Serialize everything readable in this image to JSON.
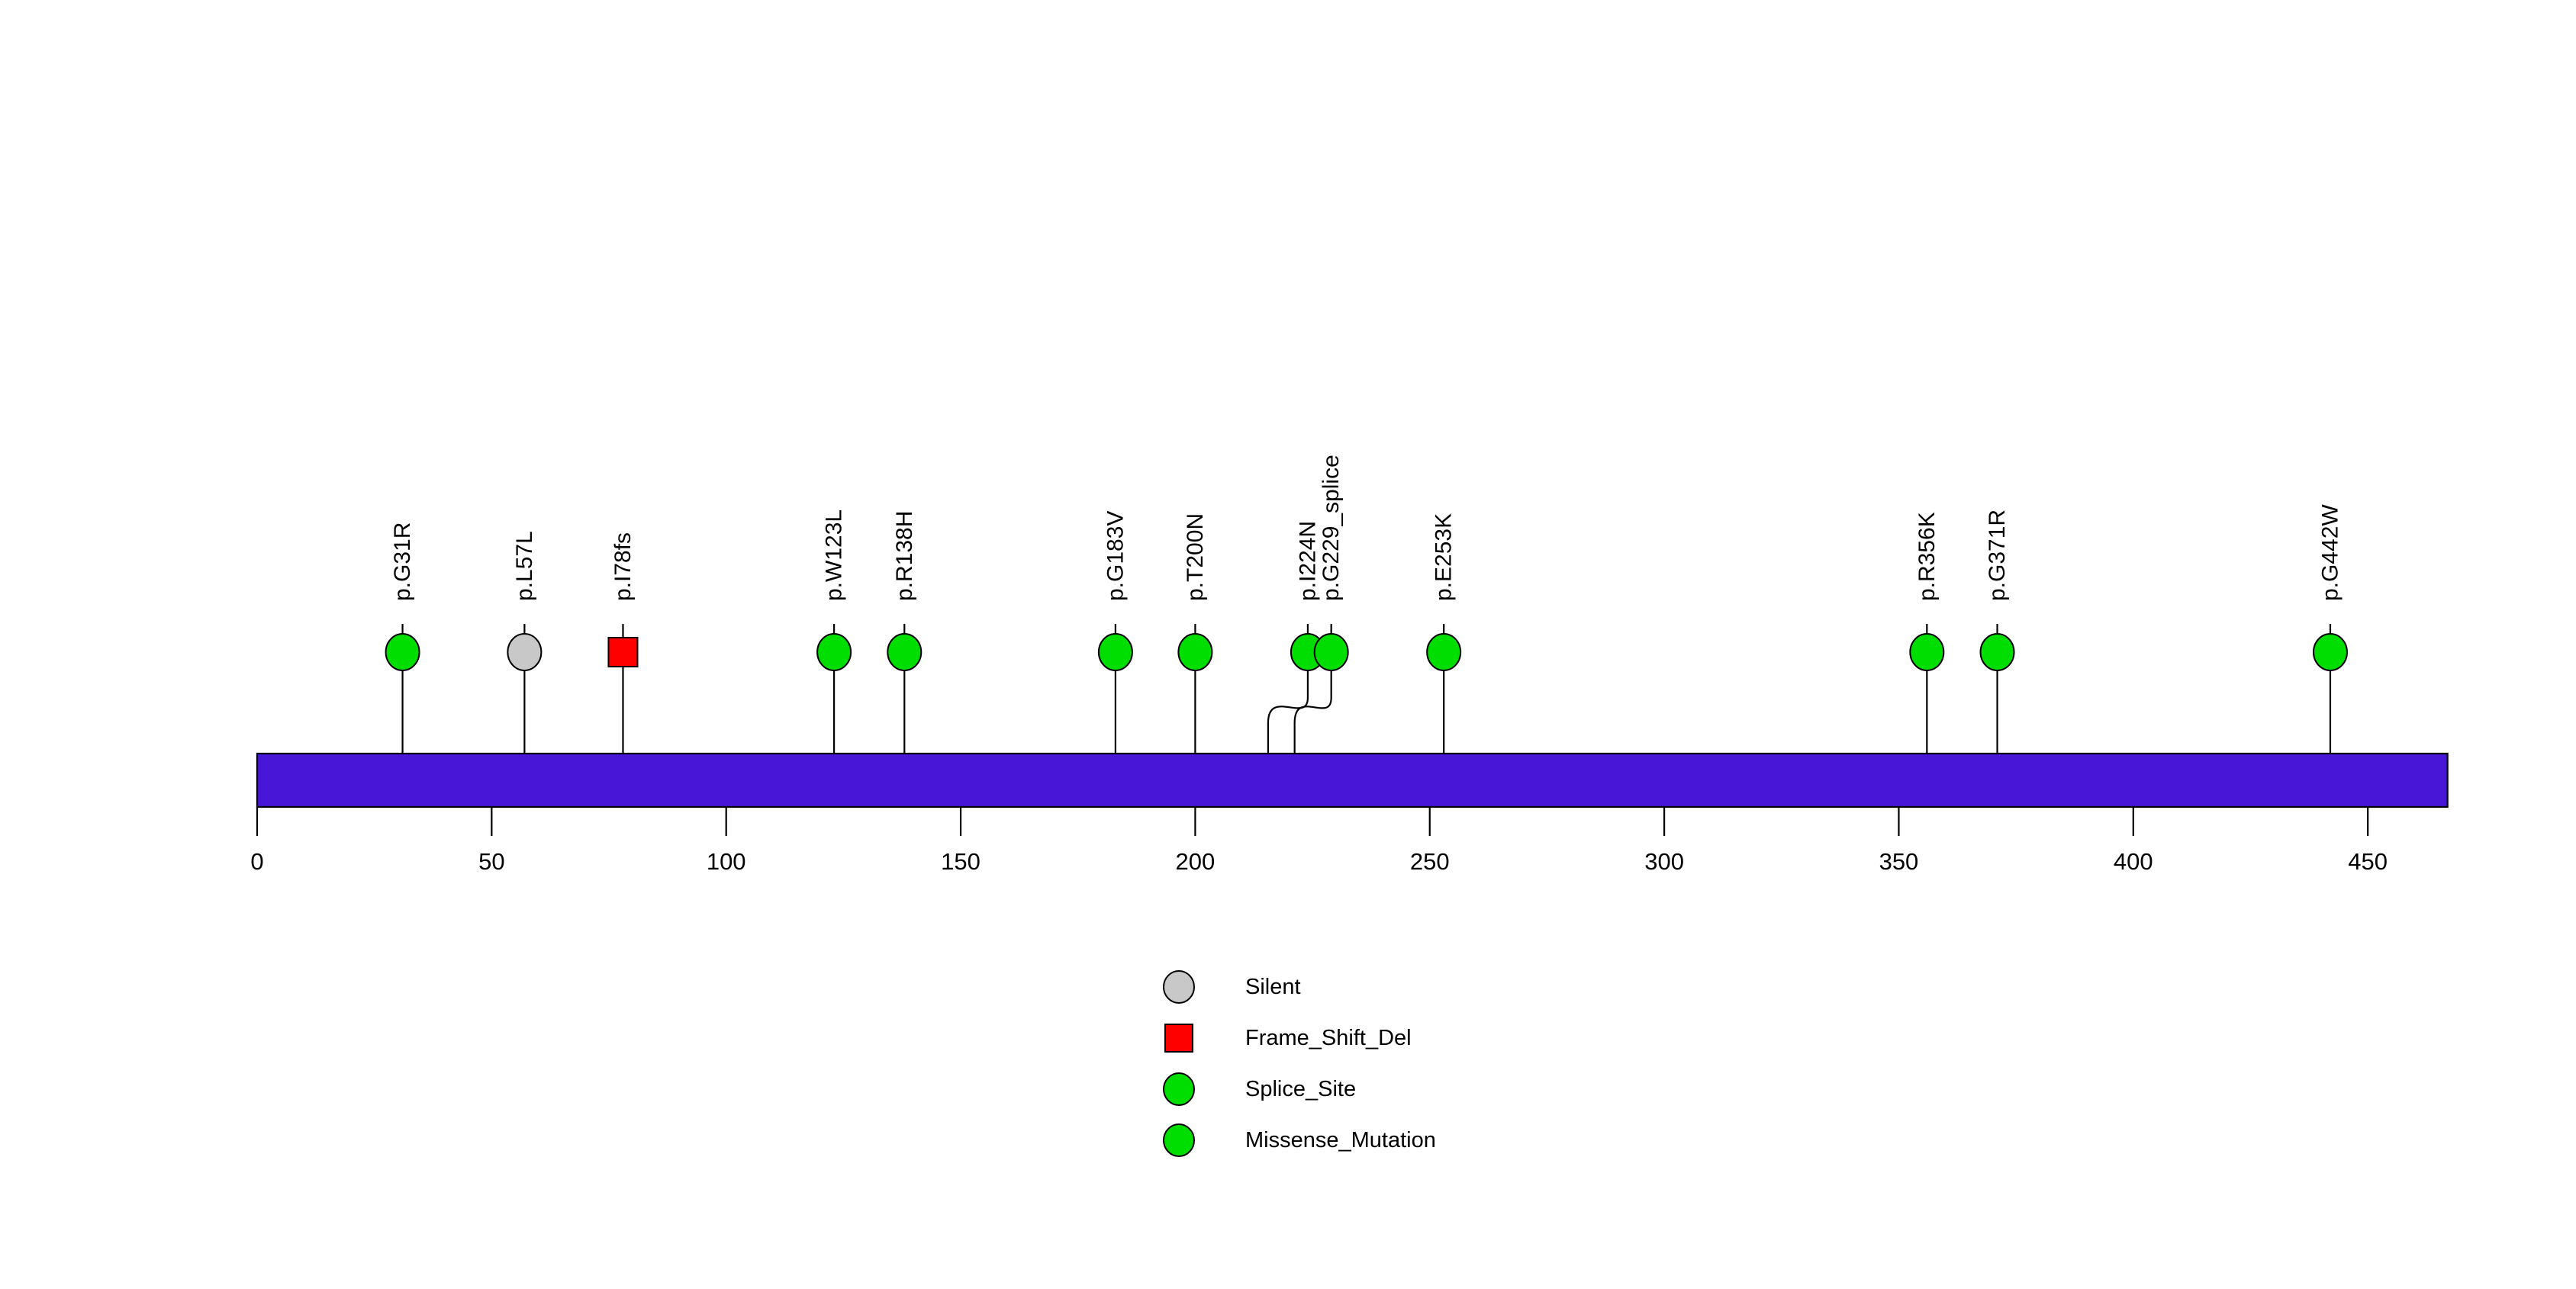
{
  "chart_data": {
    "type": "lollipop",
    "title": "",
    "xlabel": "",
    "ylabel": "",
    "xlim": [
      0,
      467
    ],
    "xticks": [
      0,
      50,
      100,
      150,
      200,
      250,
      300,
      350,
      400,
      450
    ],
    "xtick_labels": [
      "0",
      "50",
      "100",
      "150",
      "200",
      "250",
      "300",
      "350",
      "400",
      "450"
    ],
    "grid": false,
    "protein_length": 467,
    "protein_bar_color": "#4816D6",
    "legend_position": "bottom",
    "categories": [
      "p.G31R",
      "p.L57L",
      "p.I78fs",
      "p.W123L",
      "p.R138H",
      "p.G183V",
      "p.T200N",
      "p.I224N",
      "p.G229_splice",
      "p.E253K",
      "p.R356K",
      "p.G371R",
      "p.G442W"
    ],
    "values": [
      31,
      57,
      78,
      123,
      138,
      183,
      200,
      224,
      229,
      253,
      356,
      371,
      442
    ],
    "mutations": [
      {
        "label": "p.G31R",
        "position": 31,
        "type": "Missense_Mutation",
        "shape": "circle",
        "color": "#00DD00",
        "count": 1
      },
      {
        "label": "p.L57L",
        "position": 57,
        "type": "Silent",
        "shape": "circle",
        "color": "#C8C8C8",
        "count": 1
      },
      {
        "label": "p.I78fs",
        "position": 78,
        "type": "Frame_Shift_Del",
        "shape": "square",
        "color": "#FF0000",
        "count": 1
      },
      {
        "label": "p.W123L",
        "position": 123,
        "type": "Missense_Mutation",
        "shape": "circle",
        "color": "#00DD00",
        "count": 1
      },
      {
        "label": "p.R138H",
        "position": 138,
        "type": "Missense_Mutation",
        "shape": "circle",
        "color": "#00DD00",
        "count": 1
      },
      {
        "label": "p.G183V",
        "position": 183,
        "type": "Missense_Mutation",
        "shape": "circle",
        "color": "#00DD00",
        "count": 1
      },
      {
        "label": "p.T200N",
        "position": 200,
        "type": "Missense_Mutation",
        "shape": "circle",
        "color": "#00DD00",
        "count": 1
      },
      {
        "label": "p.I224N",
        "position": 224,
        "type": "Missense_Mutation",
        "shape": "circle",
        "color": "#00DD00",
        "count": 1
      },
      {
        "label": "p.G229_splice",
        "position": 229,
        "type": "Splice_Site",
        "shape": "circle",
        "color": "#00DD00",
        "count": 1
      },
      {
        "label": "p.E253K",
        "position": 253,
        "type": "Missense_Mutation",
        "shape": "circle",
        "color": "#00DD00",
        "count": 1
      },
      {
        "label": "p.R356K",
        "position": 356,
        "type": "Missense_Mutation",
        "shape": "circle",
        "color": "#00DD00",
        "count": 1
      },
      {
        "label": "p.G371R",
        "position": 371,
        "type": "Missense_Mutation",
        "shape": "circle",
        "color": "#00DD00",
        "count": 1
      },
      {
        "label": "p.G442W",
        "position": 442,
        "type": "Missense_Mutation",
        "shape": "circle",
        "color": "#00DD00",
        "count": 1
      }
    ]
  },
  "legend": {
    "entries": [
      {
        "label": "Silent",
        "shape": "circle",
        "color": "#C8C8C8"
      },
      {
        "label": "Frame_Shift_Del",
        "shape": "square",
        "color": "#FF0000"
      },
      {
        "label": "Splice_Site",
        "shape": "circle",
        "color": "#00DD00"
      },
      {
        "label": "Missense_Mutation",
        "shape": "circle",
        "color": "#00DD00"
      }
    ]
  },
  "colors": {
    "protein_bar": "#4816D6",
    "green": "#00DD00",
    "grey": "#C8C8C8",
    "red": "#FF0000",
    "outline": "#000000",
    "background": "#FFFFFF"
  }
}
